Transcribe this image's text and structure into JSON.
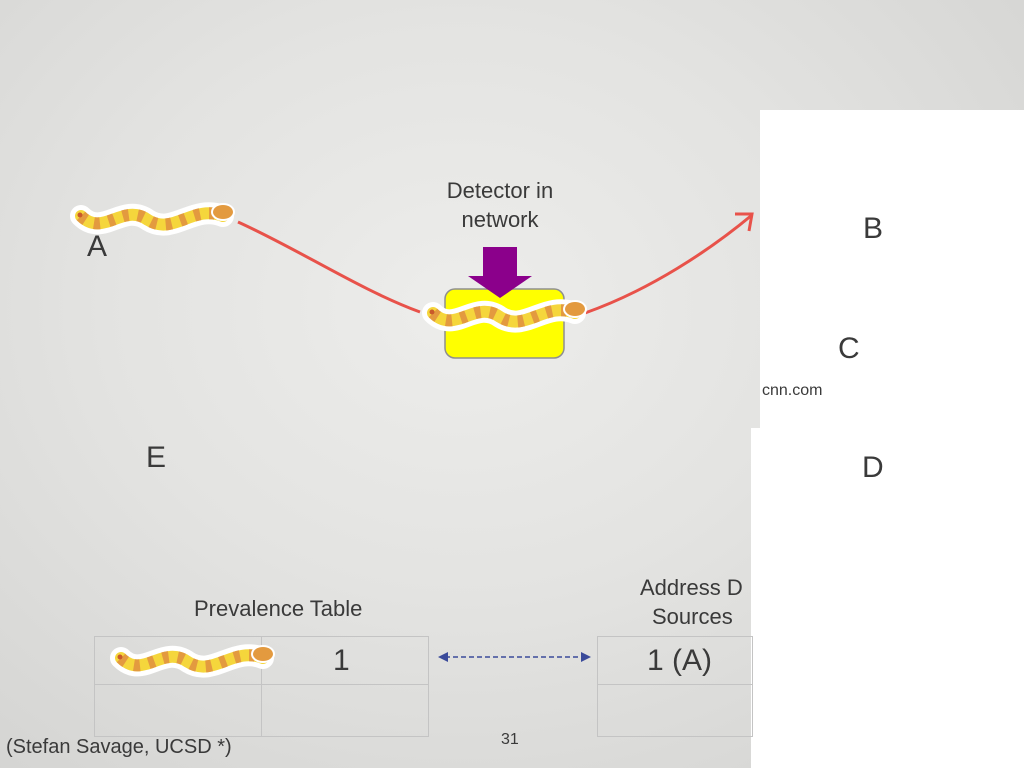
{
  "slide": {
    "detector_label_line1": "Detector in",
    "detector_label_line2": "network",
    "node_a": "A",
    "node_b": "B",
    "node_c": "C",
    "node_d": "D",
    "node_e": "E",
    "cnn_label": "cnn.com",
    "prevalence_title": "Prevalence Table",
    "prevalence_count": "1",
    "address_title_line1": "Address D",
    "address_title_line2": "Sources",
    "address_value": "1 (A)",
    "credit": "(Stefan Savage, UCSD *)",
    "page_number": "31"
  },
  "colors": {
    "path_arrow": "#e8524a",
    "detector_box": "#ffff00",
    "detector_arrow": "#8b008b",
    "dashed_link": "#3a4a9a",
    "worm_body": "#f5d63c",
    "worm_stripe": "#e39a3f"
  },
  "icons": [
    "worm-icon",
    "down-arrow-icon",
    "double-arrow-icon"
  ]
}
